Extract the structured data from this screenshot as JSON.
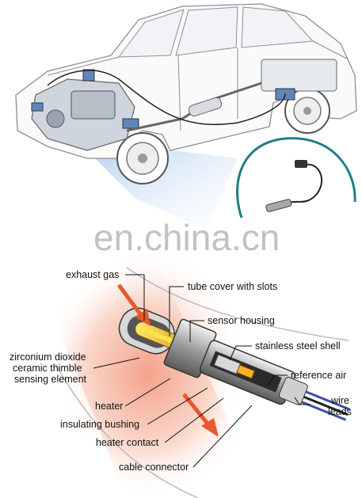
{
  "watermark": "en.china.cn",
  "colors": {
    "exhaust_glow": "#f6b7a0",
    "arrow": "#e8582c",
    "sensor_tip": "#d9a21b",
    "heater_bright": "#ffe24a",
    "wire_blue": "#3b4fa8",
    "car_line": "#8a8f96",
    "engine_blue": "#5f86b8"
  },
  "labels": {
    "exhaust_gas": "exhaust gas",
    "tube_cover": "tube cover with slots",
    "sensor_housing": "sensor housing",
    "zirconium_1": "zirconium dioxide",
    "zirconium_2": "ceramic thimble",
    "zirconium_3": "sensing element",
    "stainless_shell": "stainless steel shell",
    "reference_air": "reference air",
    "heater": "heater",
    "wire_1": "wire",
    "wire_2": "leads",
    "insulating_bushing": "insulating bushing",
    "heater_contact": "heater contact",
    "cable_connector": "cable connector"
  }
}
